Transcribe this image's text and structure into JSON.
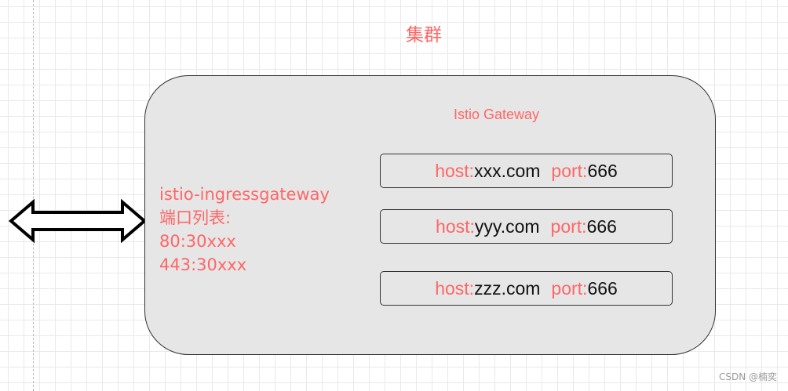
{
  "cluster": {
    "title": "集群"
  },
  "gateway": {
    "title": "Istio Gateway",
    "hosts": [
      {
        "host_key": "host:",
        "host_value": "xxx.com",
        "port_key": "port:",
        "port_value": "666"
      },
      {
        "host_key": "host:",
        "host_value": "yyy.com",
        "port_key": "port:",
        "port_value": "666"
      },
      {
        "host_key": "host:",
        "host_value": "zzz.com",
        "port_key": "port:",
        "port_value": "666"
      }
    ]
  },
  "ingress": {
    "name": "istio-ingressgateway",
    "ports_label": "端口列表:",
    "ports": [
      "80:30xxx",
      "443:30xxx"
    ]
  },
  "watermark": "CSDN @楠奕",
  "colors": {
    "label_red": "#ff6666",
    "box_fill": "#e6e6e6",
    "border": "#333333"
  },
  "icons": {
    "arrow": "double-headed-arrow-icon"
  }
}
